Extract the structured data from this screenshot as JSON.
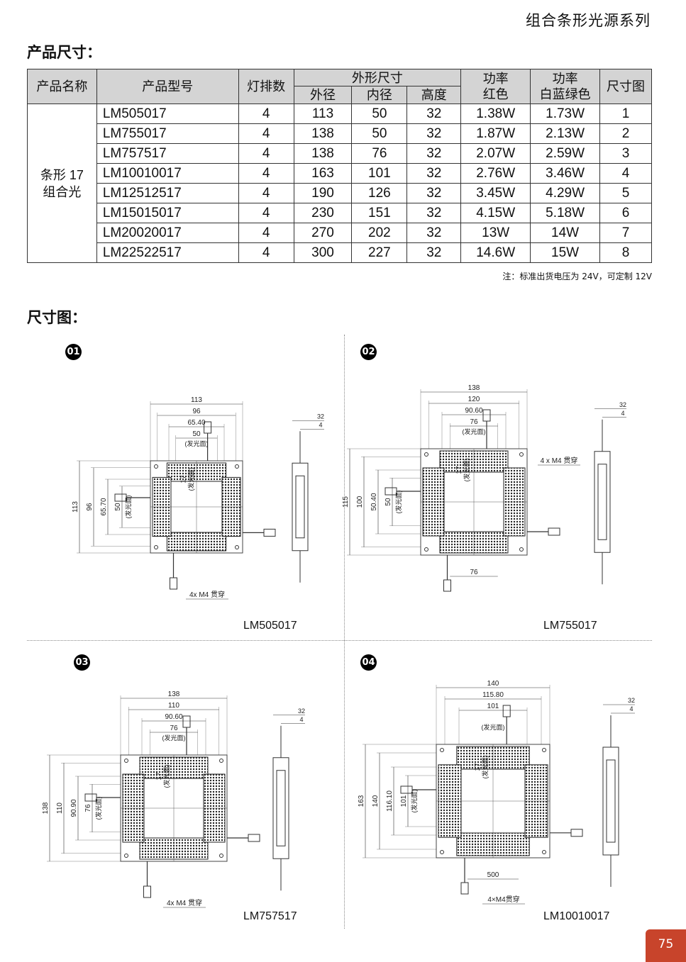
{
  "header": {
    "series_title": "组合条形光源系列"
  },
  "sections": {
    "product_dims": "产品尺寸：",
    "dim_drawings": "尺寸图："
  },
  "table": {
    "headers": {
      "name": "产品名称",
      "model": "产品型号",
      "lamps": "灯排数",
      "outer_group": "外形尺寸",
      "outer": "外径",
      "inner": "内径",
      "height": "高度",
      "power_red_1": "功率",
      "power_red_2": "红色",
      "power_wb_1": "功率",
      "power_wb_2": "白蓝绿色",
      "drawing": "尺寸图"
    },
    "product_name_1": "条形 17",
    "product_name_2": "组合光",
    "rows": [
      {
        "model": "LM505017",
        "lamps": "4",
        "outer": "113",
        "inner": "50",
        "height": "32",
        "p_red": "1.38W",
        "p_wb": "1.73W",
        "fig": "1"
      },
      {
        "model": "LM755017",
        "lamps": "4",
        "outer": "138",
        "inner": "50",
        "height": "32",
        "p_red": "1.87W",
        "p_wb": "2.13W",
        "fig": "2"
      },
      {
        "model": "LM757517",
        "lamps": "4",
        "outer": "138",
        "inner": "76",
        "height": "32",
        "p_red": "2.07W",
        "p_wb": "2.59W",
        "fig": "3"
      },
      {
        "model": "LM10010017",
        "lamps": "4",
        "outer": "163",
        "inner": "101",
        "height": "32",
        "p_red": "2.76W",
        "p_wb": "3.46W",
        "fig": "4"
      },
      {
        "model": "LM12512517",
        "lamps": "4",
        "outer": "190",
        "inner": "126",
        "height": "32",
        "p_red": "3.45W",
        "p_wb": "4.29W",
        "fig": "5"
      },
      {
        "model": "LM15015017",
        "lamps": "4",
        "outer": "230",
        "inner": "151",
        "height": "32",
        "p_red": "4.15W",
        "p_wb": "5.18W",
        "fig": "6"
      },
      {
        "model": "LM20020017",
        "lamps": "4",
        "outer": "270",
        "inner": "202",
        "height": "32",
        "p_red": "13W",
        "p_wb": "14W",
        "fig": "7"
      },
      {
        "model": "LM22522517",
        "lamps": "4",
        "outer": "300",
        "inner": "227",
        "height": "32",
        "p_red": "14.6W",
        "p_wb": "15W",
        "fig": "8"
      }
    ],
    "note": "注：标准出货电压为 24V，可定制 12V"
  },
  "drawings": [
    {
      "num": "01",
      "model": "LM505017",
      "d_outer": "113",
      "d_2": "96",
      "d_3": "65.40",
      "d_inner": "50",
      "d_h": "17",
      "d_side_a": "32",
      "d_side_b": "4",
      "emit": "(发光面)",
      "hole": "4x M4 贯穿",
      "v1": "113",
      "v2": "96",
      "v3": "65.70",
      "v4": "50"
    },
    {
      "num": "02",
      "model": "LM755017",
      "d_outer": "138",
      "d_2": "120",
      "d_3": "90.60",
      "d_inner": "76",
      "d_h": "17",
      "d_side_a": "32",
      "d_side_b": "4",
      "emit": "(发光面)",
      "hole": "4 x  M4 贯穿",
      "v1": "115",
      "v2": "100",
      "v3": "50.40",
      "v4": "50",
      "bottom": "76"
    },
    {
      "num": "03",
      "model": "LM757517",
      "d_outer": "138",
      "d_2": "110",
      "d_3": "90.60",
      "d_inner": "76",
      "d_h": "17",
      "d_side_a": "32",
      "d_side_b": "4",
      "emit": "(发光面)",
      "hole": "4x M4 贯穿",
      "v1": "138",
      "v2": "110",
      "v3": "90.90",
      "v4": "76"
    },
    {
      "num": "04",
      "model": "LM10010017",
      "d_outer": "140",
      "d_2": "115.80",
      "d_3": "101",
      "d_h": "17",
      "d_side_a": "32",
      "d_side_b": "4",
      "emit": "(发光面)",
      "hole": "4×M4贯穿",
      "v1": "163",
      "v2": "140",
      "v3": "116.10",
      "v4": "101",
      "bottom": "500"
    }
  ],
  "footer": {
    "page_number": "75",
    "accent_color": "#c8442b"
  }
}
